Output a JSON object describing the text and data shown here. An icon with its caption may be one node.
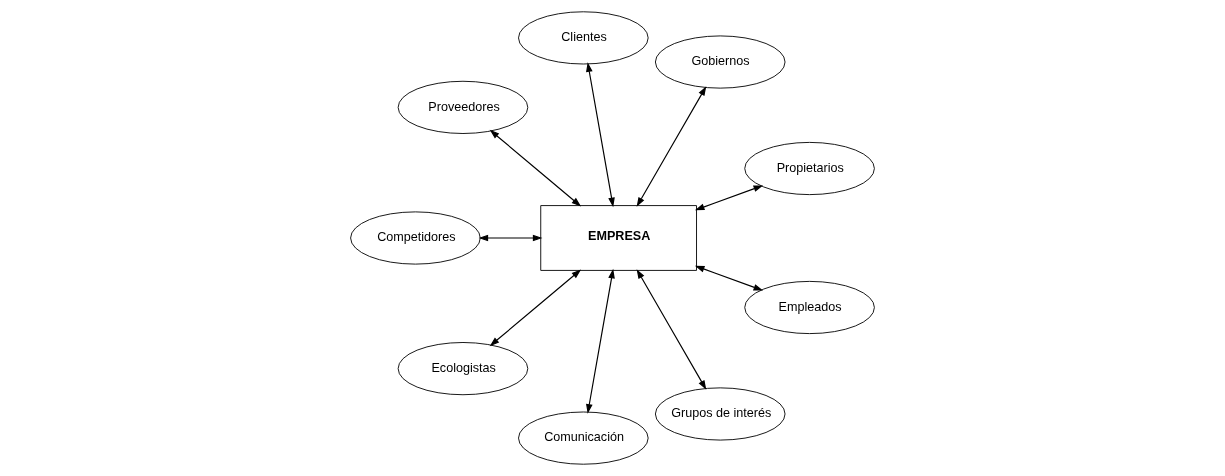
{
  "diagram": {
    "nodes": [
      {
        "text": [
          "EMPRESA"
        ]
      },
      {
        "text": [
          "Propietarios"
        ]
      },
      {
        "text": [
          "Gobiernos"
        ]
      },
      {
        "text": [
          "Clientes"
        ]
      },
      {
        "text": [
          "Proveedores"
        ]
      },
      {
        "text": [
          "Competidores"
        ]
      },
      {
        "text": [
          "Ecologistas"
        ]
      },
      {
        "text": [
          "Comunicación"
        ]
      },
      {
        "text": [
          "Grupos de interés"
        ]
      },
      {
        "text": [
          "Empleados"
        ]
      }
    ],
    "edges": [
      {
        "from": 0,
        "to": 1,
        "arrow": "both"
      },
      {
        "from": 0,
        "to": 2,
        "arrow": "both"
      },
      {
        "from": 0,
        "to": 3,
        "arrow": "both"
      },
      {
        "from": 0,
        "to": 4,
        "arrow": "both"
      },
      {
        "from": 0,
        "to": 5,
        "arrow": "both"
      },
      {
        "from": 0,
        "to": 6,
        "arrow": "both"
      },
      {
        "from": 0,
        "to": 7,
        "arrow": "both"
      },
      {
        "from": 0,
        "to": 8,
        "arrow": "both"
      },
      {
        "from": 0,
        "to": 9,
        "arrow": "both"
      }
    ]
  }
}
